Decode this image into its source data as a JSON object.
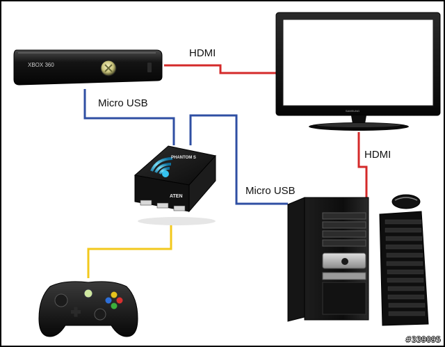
{
  "labels": {
    "hdmi_top": "HDMI",
    "hdmi_right": "HDMI",
    "micro_usb_left": "Micro USB",
    "micro_usb_right": "Micro USB"
  },
  "devices": {
    "console": {
      "logo_text": "XBOX 360"
    },
    "tv": {
      "brand_text": "SAMSUNG"
    },
    "adapter": {
      "product_text": "PHANTOM S",
      "brand_text": "ATEN"
    },
    "pc": {},
    "controller": {}
  },
  "watermark": "#339095",
  "colors": {
    "hdmi_cable": "#d42a2a",
    "usb_cable": "#2f4fa3",
    "controller_cable": "#f2c81c",
    "device_black": "#121212"
  }
}
